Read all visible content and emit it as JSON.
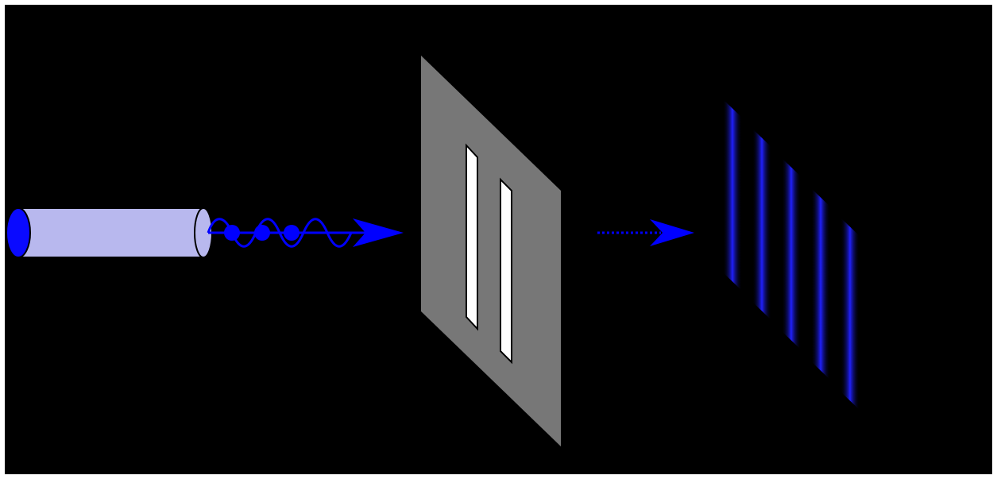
{
  "diagram": {
    "kind": "double-slit-experiment",
    "components": [
      "photon-source",
      "wave-particle-beam",
      "double-slit-barrier",
      "diffracted-beam",
      "interference-pattern"
    ],
    "colors": {
      "background": "#000000",
      "frame": "#ffffff",
      "source_body": "#b8b8ee",
      "source_face": "#0a0aff",
      "beam": "#0000ff",
      "barrier": "#777777",
      "slit": "#ffffff",
      "fringe": "#1a1aff"
    },
    "slit_count": 2,
    "fringe_count": 5
  }
}
